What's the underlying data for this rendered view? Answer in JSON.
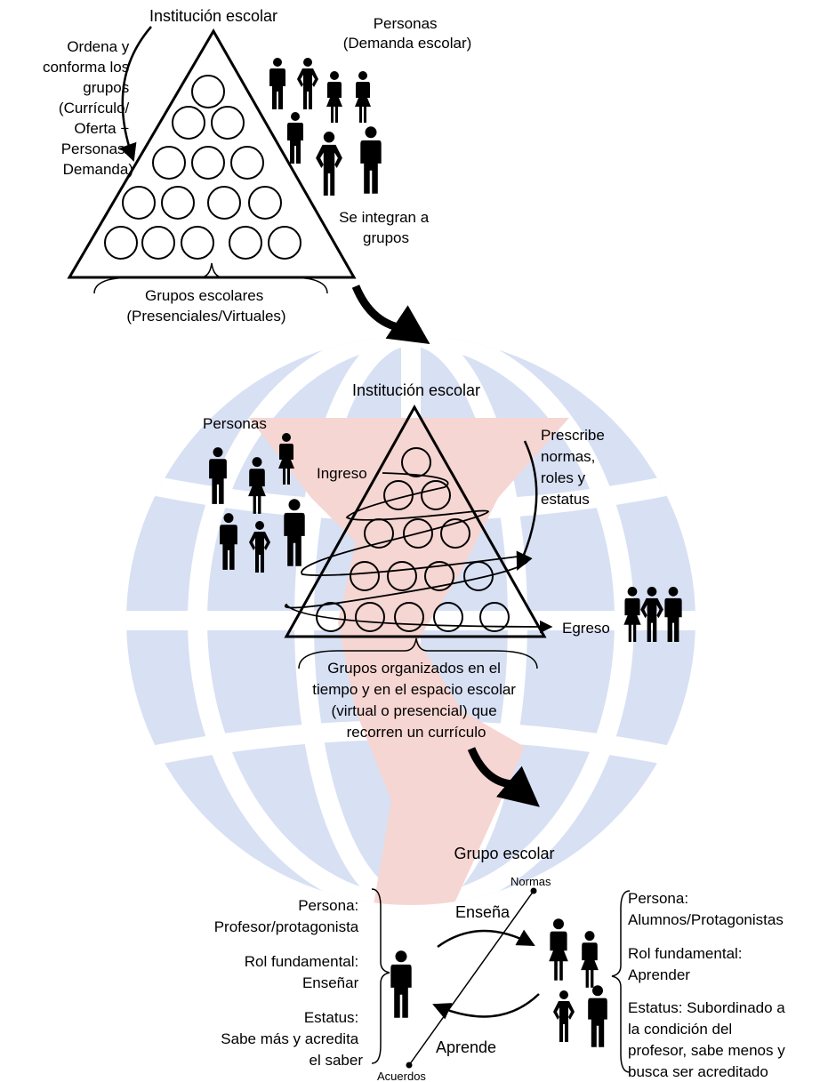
{
  "section1": {
    "title": "Institución escolar",
    "left_label": [
      "Ordena y",
      "conforma los",
      "grupos",
      "(Currículo/",
      "Oferta +",
      "Personas/",
      "Demanda)"
    ],
    "people_label": [
      "Personas",
      "(Demanda escolar)"
    ],
    "integrate_label": [
      "Se integran a",
      "grupos"
    ],
    "groups_label": [
      "Grupos escolares",
      "(Presenciales/Virtuales)"
    ]
  },
  "section2": {
    "title": "Institución escolar",
    "people_label": "Personas",
    "ingreso": "Ingreso",
    "prescribe_label": [
      "Prescribe",
      "normas,",
      "roles y",
      "estatus"
    ],
    "egreso": "Egreso",
    "groups_label": [
      "Grupos organizados en el",
      "tiempo y en el espacio escolar",
      "(virtual o presencial) que",
      "recorren un currículo"
    ]
  },
  "section3": {
    "title": "Grupo escolar",
    "normas": "Normas",
    "acuerdos": "Acuerdos",
    "ensena": "Enseña",
    "aprende": "Aprende",
    "teacher_labels": [
      "Persona:",
      "Profesor/protagonista",
      "Rol fundamental:",
      "Enseñar",
      "Estatus:",
      "Sabe más y acredita",
      "el saber"
    ],
    "student_labels": [
      "Persona:",
      "Alumnos/Protagonistas",
      "Rol fundamental:",
      "Aprender",
      "Estatus:  Subordinado a",
      "la condición del",
      "profesor, sabe menos y",
      "busca ser acreditado"
    ]
  }
}
